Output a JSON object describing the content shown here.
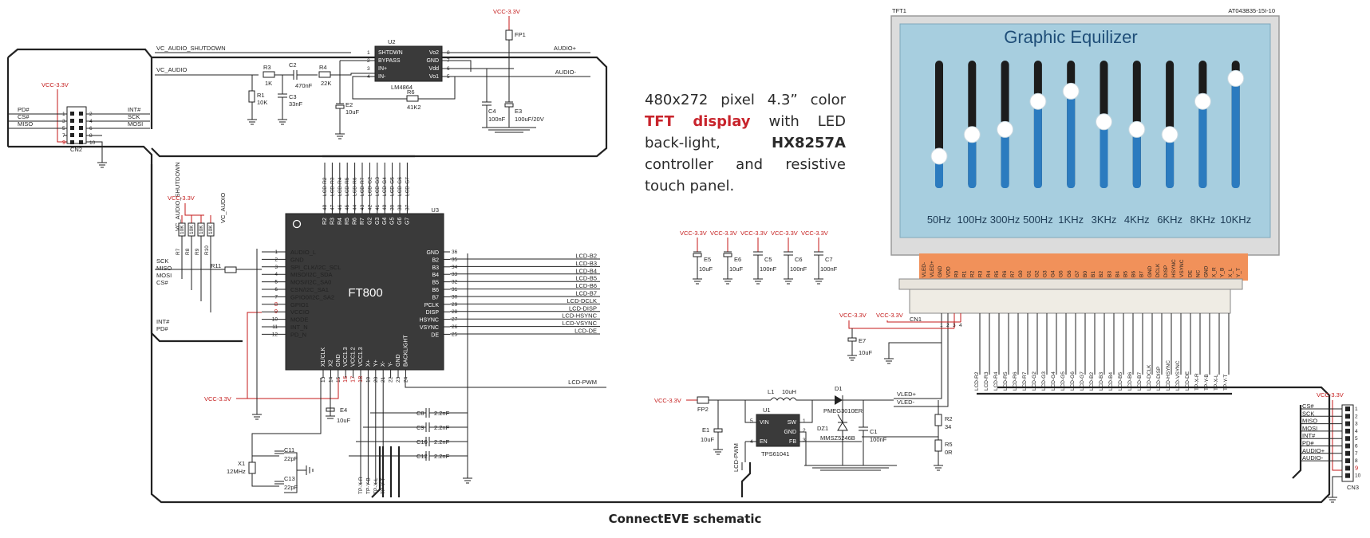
{
  "caption": "ConnectEVE schematic",
  "description": {
    "part1": "480x272 pixel 4.3” color ",
    "part2": "TFT display",
    "part3": " with LED back-light, ",
    "part4": "HX8257A",
    "part5": " controller and resistive touch panel."
  },
  "display": {
    "title": "Graphic Equilizer",
    "ref": "TFT1",
    "part_no": "AT043B35-15I-10",
    "sliders": [
      {
        "label": "50Hz",
        "level": 0.25
      },
      {
        "label": "100Hz",
        "level": 0.42
      },
      {
        "label": "300Hz",
        "level": 0.46
      },
      {
        "label": "500Hz",
        "level": 0.68
      },
      {
        "label": "1KHz",
        "level": 0.76
      },
      {
        "label": "3KHz",
        "level": 0.52
      },
      {
        "label": "4KHz",
        "level": 0.46
      },
      {
        "label": "6KHz",
        "level": 0.42
      },
      {
        "label": "8KHz",
        "level": 0.68
      },
      {
        "label": "10KHz",
        "level": 0.86
      }
    ],
    "connector_pins": [
      "VLED-",
      "VLED+",
      "GND",
      "VDD",
      "R0",
      "R1",
      "R2",
      "R3",
      "R4",
      "R5",
      "R6",
      "R7",
      "G0",
      "G1",
      "G2",
      "G3",
      "G4",
      "G5",
      "G6",
      "G7",
      "B0",
      "B1",
      "B2",
      "B3",
      "B4",
      "B5",
      "B6",
      "B7",
      "GND",
      "DCLK",
      "DISP",
      "HSYNC",
      "VSYNC",
      "DE",
      "NC",
      "GND",
      "X_R",
      "Y_B",
      "X_L",
      "Y_T"
    ],
    "connector_ref": "CN1"
  },
  "power_labels": {
    "vcc": "VCC-3.3V"
  },
  "net_audio": {
    "shutdown": "VC_AUDIO_SHUTDOWN",
    "audio": "VC_AUDIO",
    "audio_plus": "AUDIO+",
    "audio_minus": "AUDIO-"
  },
  "amp": {
    "ref": "U2",
    "part": "LM4864",
    "pins_left": [
      "SHTDWN",
      "BYPASS",
      "IN+",
      "IN-"
    ],
    "pins_right": [
      "Vo2",
      "GND",
      "Vdd",
      "Vo1"
    ],
    "pin_nums_left": [
      "1",
      "2",
      "3",
      "4"
    ],
    "pin_nums_right": [
      "8",
      "7",
      "6",
      "5"
    ]
  },
  "audio_parts": {
    "r3": "R3",
    "r3v": "1K",
    "r1": "R1",
    "r1v": "10K",
    "c2": "C2",
    "c2v": "470nF",
    "c3": "C3",
    "c3v": "33nF",
    "r4": "R4",
    "r4v": "22K",
    "e2": "E2",
    "e2v": "10uF",
    "r6": "R6",
    "r6v": "41K2",
    "c4": "C4",
    "c4v": "100nF",
    "e3": "E3",
    "e3v": "100uF/20V",
    "fp1": "FP1"
  },
  "cn2": {
    "ref": "CN2",
    "left": [
      "PD#",
      "CS#",
      "MISO"
    ],
    "right": [
      "INT#",
      "SCK",
      "MOSI"
    ],
    "pins_l": [
      "1",
      "3",
      "5",
      "7",
      "9"
    ],
    "pins_r": [
      "2",
      "4",
      "6",
      "8",
      "10"
    ]
  },
  "ft800": {
    "ref": "U3",
    "name": "FT800",
    "left_pins": [
      "AUDIO_L",
      "GND",
      "SPI_CLK/I2C_SCL",
      "MISO/I2C_SDA",
      "MOSI/I2C_SA0",
      "CSN/I2C_SA1",
      "GPIO0/I2C_SA2",
      "GPIO1",
      "VCCIO",
      "MODE",
      "INT_N",
      "PD_N"
    ],
    "left_nums": [
      "1",
      "2",
      "3",
      "4",
      "5",
      "6",
      "7",
      "8",
      "9",
      "10",
      "11",
      "12"
    ],
    "right_pins": [
      "GND",
      "B2",
      "B3",
      "B4",
      "B5",
      "B6",
      "B7",
      "PCLK",
      "DISP",
      "HSYNC",
      "VSYNC",
      "DE"
    ],
    "right_nums": [
      "36",
      "35",
      "34",
      "33",
      "32",
      "31",
      "30",
      "29",
      "28",
      "27",
      "26",
      "25"
    ],
    "top_pins": [
      "R2",
      "R3",
      "R4",
      "R5",
      "R6",
      "R7",
      "G2",
      "G3",
      "G4",
      "G5",
      "G6",
      "G7"
    ],
    "top_nums": [
      "48",
      "47",
      "46",
      "45",
      "44",
      "43",
      "42",
      "41",
      "40",
      "39",
      "38",
      "37"
    ],
    "bottom_pins": [
      "X1/CLK",
      "X2",
      "GND",
      "VCC1.3",
      "VCC1.2",
      "VCC1.3",
      "X+",
      "Y+",
      "X-",
      "Y-",
      "GND",
      "BACKLIGHT"
    ],
    "bottom_nums": [
      "13",
      "14",
      "15",
      "16",
      "17",
      "18",
      "19",
      "20",
      "21",
      "22",
      "23",
      "24"
    ]
  },
  "lcd_nets_top": [
    "LCD-R2",
    "LCD-R3",
    "LCD-R4",
    "LCD-R5",
    "LCD-R6",
    "LCD-R7",
    "LCD-G2",
    "LCD-G3",
    "LCD-G4",
    "LCD-G5",
    "LCD-G6",
    "LCD-G7"
  ],
  "lcd_nets_right": [
    "LCD-B2",
    "LCD-B3",
    "LCD-B4",
    "LCD-B5",
    "LCD-B6",
    "LCD-B7",
    "LCD-DCLK",
    "LCD-DISP",
    "LCD-HSYNC",
    "LCD-VSYNC",
    "LCD-DE"
  ],
  "lcd_pwm": "LCD-PWM",
  "spi_nets": [
    "SCK",
    "MISO",
    "MOSI",
    "CS#"
  ],
  "int_nets": [
    "INT#",
    "PD#"
  ],
  "pullups": {
    "refs": [
      "R7",
      "R8",
      "R9",
      "R10"
    ],
    "value": "10K",
    "r11": "R11"
  },
  "clock": {
    "x1": "X1",
    "x1v": "12MHz",
    "c11": "C11",
    "c11v": "22pF",
    "c13": "C13",
    "c13v": "22pF",
    "e4": "E4",
    "e4v": "10uF"
  },
  "touch_caps": [
    {
      "ref": "C8",
      "val": "2.2nF"
    },
    {
      "ref": "C9",
      "val": "2.2nF"
    },
    {
      "ref": "C10",
      "val": "2.2nF"
    },
    {
      "ref": "C12",
      "val": "2.2nF"
    }
  ],
  "touch_nets": [
    "TP-X-R",
    "TP-Y-B",
    "TP-X-L",
    "TP-Y-T"
  ],
  "decoupling": [
    {
      "ref": "E5",
      "val": "10uF"
    },
    {
      "ref": "E6",
      "val": "10uF"
    },
    {
      "ref": "C5",
      "val": "100nF"
    },
    {
      "ref": "C6",
      "val": "100nF"
    },
    {
      "ref": "C7",
      "val": "100nF"
    }
  ],
  "e7": {
    "ref": "E7",
    "val": "10uF"
  },
  "backlight": {
    "fp2": "FP2",
    "l1": "L1",
    "l1v": "10uH",
    "d1": "D1",
    "d1v": "PMEG3010ER",
    "u1": "U1",
    "u1p": "TPS61041",
    "u1_left": [
      "VIN",
      "EN"
    ],
    "u1_right": [
      "SW",
      "GND",
      "FB"
    ],
    "u1_nums": [
      "5",
      "4",
      "1",
      "2",
      "3"
    ],
    "dz1": "DZ1",
    "dz1v": "MMSZ5246B",
    "c1": "C1",
    "c1v": "100nF",
    "r2": "R2",
    "r2v": "34",
    "r5": "R5",
    "r5v": "0R",
    "e1": "E1",
    "e1v": "10uF",
    "vled_p": "VLED+",
    "vled_m": "VLED-"
  },
  "cn3": {
    "ref": "CN3",
    "signals": [
      "CS#",
      "SCK",
      "MISO",
      "MOSI",
      "INT#",
      "PD#",
      "AUDIO+",
      "AUDIO-"
    ],
    "nums": [
      "1",
      "2",
      "3",
      "4",
      "5",
      "6",
      "7",
      "8",
      "9",
      "10"
    ]
  }
}
